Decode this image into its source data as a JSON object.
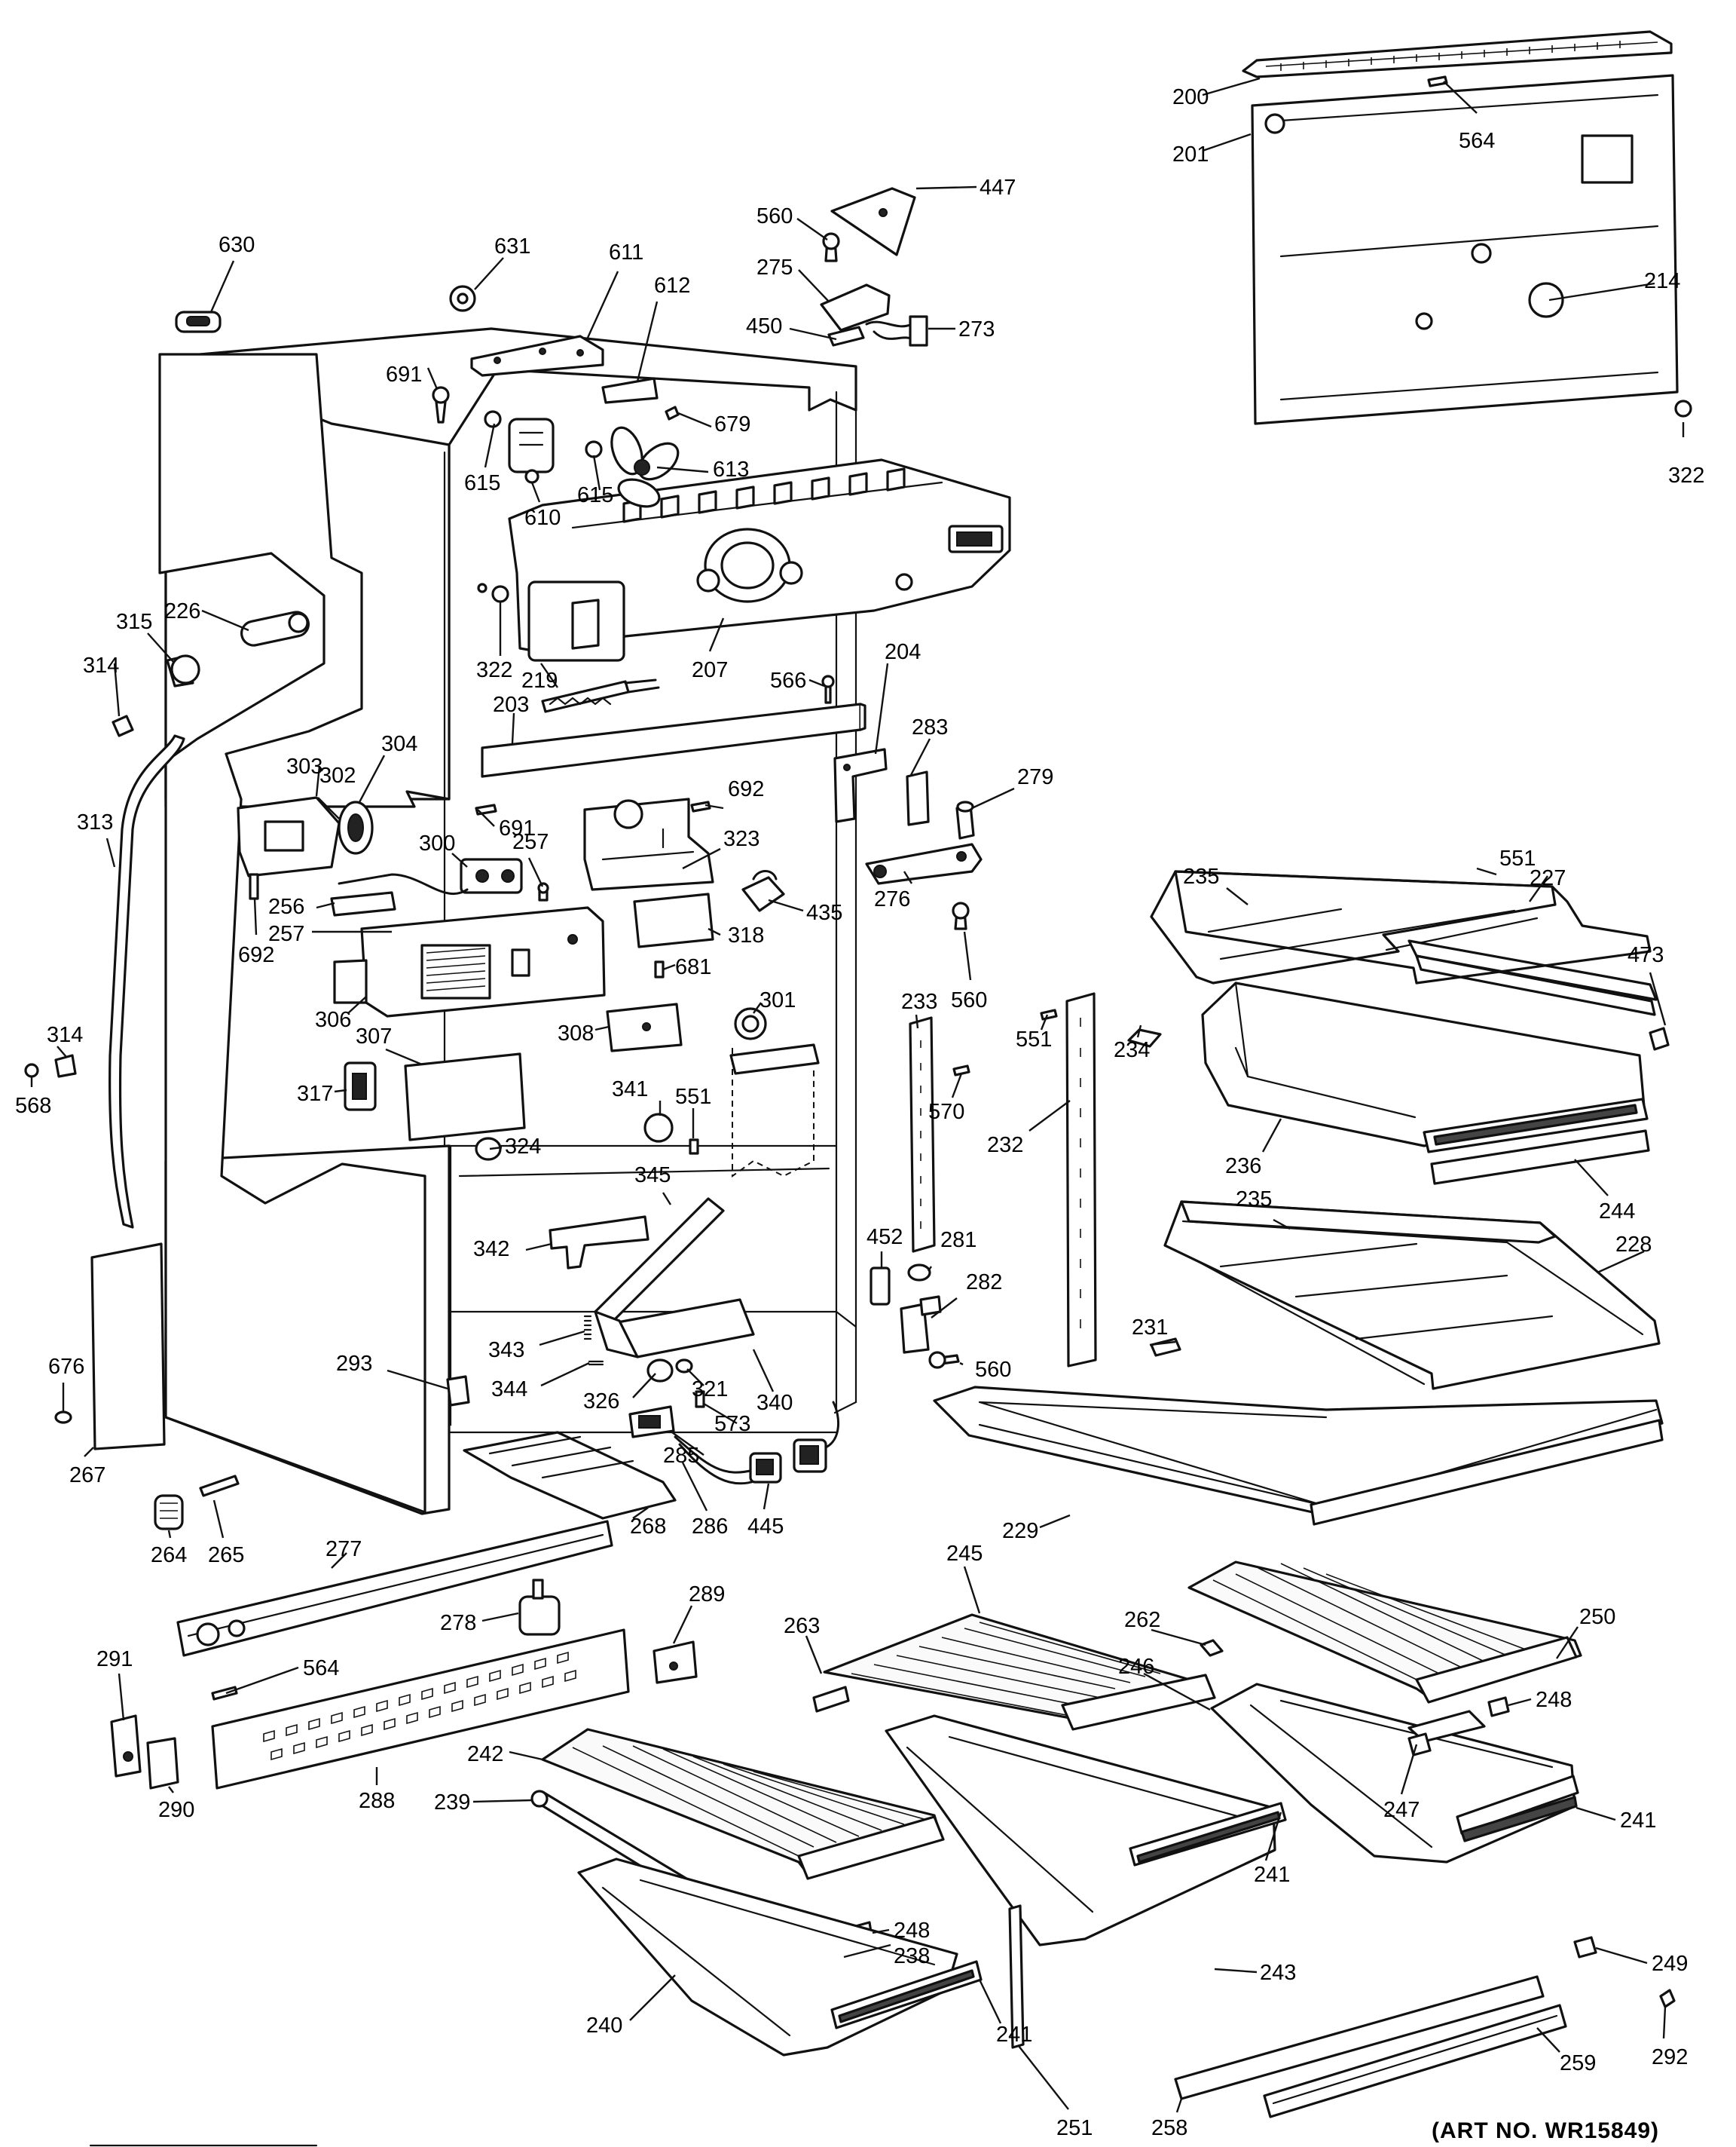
{
  "diagram": {
    "art_number": "(ART NO. WR15849)",
    "part_numbers": {
      "p200": "200",
      "p201": "201",
      "p564a": "564",
      "p214": "214",
      "p322a": "322",
      "p447": "447",
      "p560a": "560",
      "p275": "275",
      "p450": "450",
      "p273": "273",
      "p630": "630",
      "p631": "631",
      "p611": "611",
      "p612": "612",
      "p691a": "691",
      "p679": "679",
      "p615a": "615",
      "p615b": "615",
      "p610": "610",
      "p613": "613",
      "p226": "226",
      "p315": "315",
      "p314a": "314",
      "p322b": "322",
      "p207": "207",
      "p566": "566",
      "p219": "219",
      "p203": "203",
      "p204": "204",
      "p283": "283",
      "p279": "279",
      "p304": "304",
      "p303": "303",
      "p302": "302",
      "p313": "313",
      "p691b": "691",
      "p692a": "692",
      "p323": "323",
      "p300": "300",
      "p257a": "257",
      "p256": "256",
      "p257b": "257",
      "p692b": "692",
      "p435": "435",
      "p276": "276",
      "p560b": "560",
      "p551a": "551",
      "p235a": "235",
      "p227": "227",
      "p473": "473",
      "p318": "318",
      "p681": "681",
      "p306": "306",
      "p307": "307",
      "p308": "308",
      "p301": "301",
      "p233": "233",
      "p551b": "551",
      "p551c": "551",
      "p234": "234",
      "p314b": "314",
      "p568": "568",
      "p317": "317",
      "p341": "341",
      "p324": "324",
      "p570": "570",
      "p232": "232",
      "p236": "236",
      "p244": "244",
      "p345": "345",
      "p235b": "235",
      "p228": "228",
      "p342": "342",
      "p452": "452",
      "p281": "281",
      "p282": "282",
      "p231": "231",
      "p343": "343",
      "p676": "676",
      "p293": "293",
      "p344": "344",
      "p326": "326",
      "p321": "321",
      "p560c": "560",
      "p340": "340",
      "p573": "573",
      "p285": "285",
      "p267": "267",
      "p229": "229",
      "p264": "264",
      "p265": "265",
      "p268": "268",
      "p286": "286",
      "p445": "445",
      "p277": "277",
      "p245": "245",
      "p289": "289",
      "p263": "263",
      "p262": "262",
      "p250": "250",
      "p278": "278",
      "p291": "291",
      "p564b": "564",
      "p246": "246",
      "p248a": "248",
      "p242": "242",
      "p239": "239",
      "p288": "288",
      "p247": "247",
      "p241a": "241",
      "p290": "290",
      "p248b": "248",
      "p238": "238",
      "p241b": "241",
      "p243": "243",
      "p249": "249",
      "p240": "240",
      "p241c": "241",
      "p259": "259",
      "p292": "292",
      "p258": "258",
      "p251": "251"
    }
  }
}
